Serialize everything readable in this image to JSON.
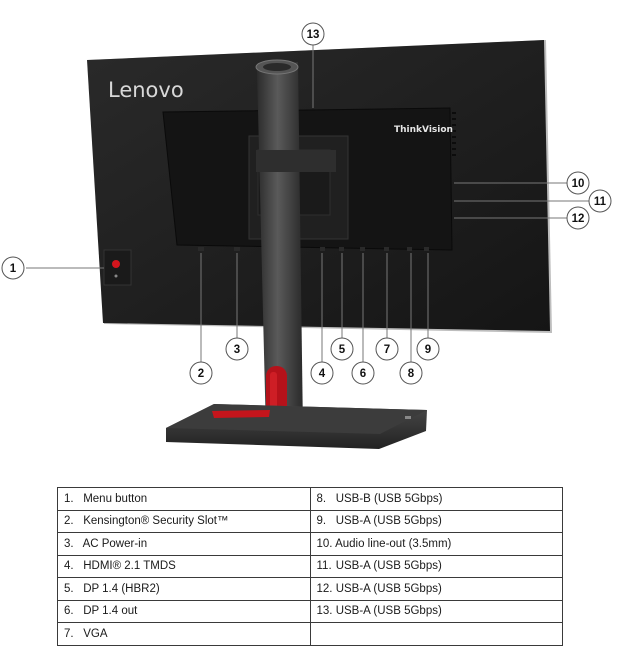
{
  "brand": "Lenovo",
  "sub_brand": "ThinkVision",
  "callouts": [
    "1",
    "2",
    "3",
    "4",
    "5",
    "6",
    "7",
    "8",
    "9",
    "10",
    "11",
    "12",
    "13"
  ],
  "ports": [
    {
      "num": "1.",
      "label": "Menu button"
    },
    {
      "num": "2.",
      "label": "Kensington® Security Slot™"
    },
    {
      "num": "3.",
      "label": "AC Power-in"
    },
    {
      "num": "4.",
      "label": "HDMI® 2.1 TMDS"
    },
    {
      "num": "5.",
      "label": "DP 1.4 (HBR2)"
    },
    {
      "num": "6.",
      "label": "DP 1.4 out"
    },
    {
      "num": "7.",
      "label": "VGA"
    },
    {
      "num": "8.",
      "label": "USB-B (USB 5Gbps)"
    },
    {
      "num": "9.",
      "label": "USB-A (USB 5Gbps)"
    },
    {
      "num": "10.",
      "label": "Audio line-out (3.5mm)"
    },
    {
      "num": "11.",
      "label": "USB-A (USB 5Gbps)"
    },
    {
      "num": "12.",
      "label": "USB-A (USB 5Gbps)"
    },
    {
      "num": "13.",
      "label": "USB-A (USB 5Gbps)"
    }
  ],
  "colors": {
    "monitor_body": "#1c1c1c",
    "accent_red": "#c4151c",
    "stand": "#3a3a3a"
  }
}
